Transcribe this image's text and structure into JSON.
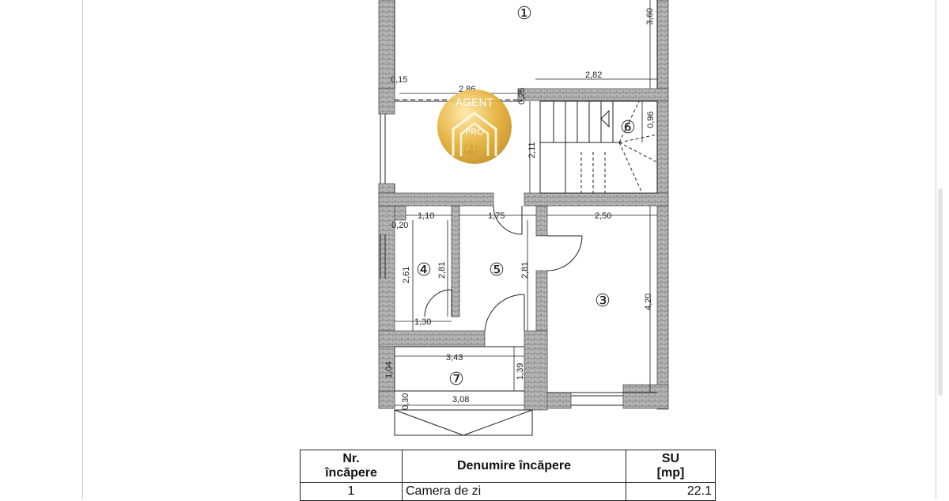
{
  "plan": {
    "dimensions": {
      "d360": "3,60",
      "d015": "0,15",
      "d286": "2,86",
      "d025": "0,25",
      "d282": "2,82",
      "d211": "2,11",
      "d096": "0,96",
      "d110": "1,10",
      "d175": "1,75",
      "d250": "2,50",
      "d020": "0,20",
      "d261": "2,61",
      "d281a": "2,81",
      "d281b": "2,81",
      "d420": "4,20",
      "d130": "1,30",
      "d343": "3,43",
      "d104": "1,04",
      "d139": "1,39",
      "d030": "0,30",
      "d308": "3,08"
    },
    "room_numbers": [
      "①",
      "②",
      "③",
      "④",
      "⑤",
      "⑥",
      "⑦"
    ]
  },
  "watermark": {
    "top_text": "AGENT",
    "bottom_text": "PRO"
  },
  "table": {
    "headers": [
      "Nr.\nîncăpere",
      "Denumire încăpere",
      "SU\n[mp]"
    ],
    "header_lines": [
      [
        "Nr.",
        "încăpere"
      ],
      [
        "Denumire încăpere"
      ],
      [
        "SU",
        "[mp]"
      ]
    ],
    "rows": [
      {
        "nr": "1",
        "name": "Camera de zi",
        "su": "22.1"
      }
    ]
  },
  "colors": {
    "wall": "#9a9a9a",
    "line": "#222222",
    "gold": "#d4a22b"
  }
}
